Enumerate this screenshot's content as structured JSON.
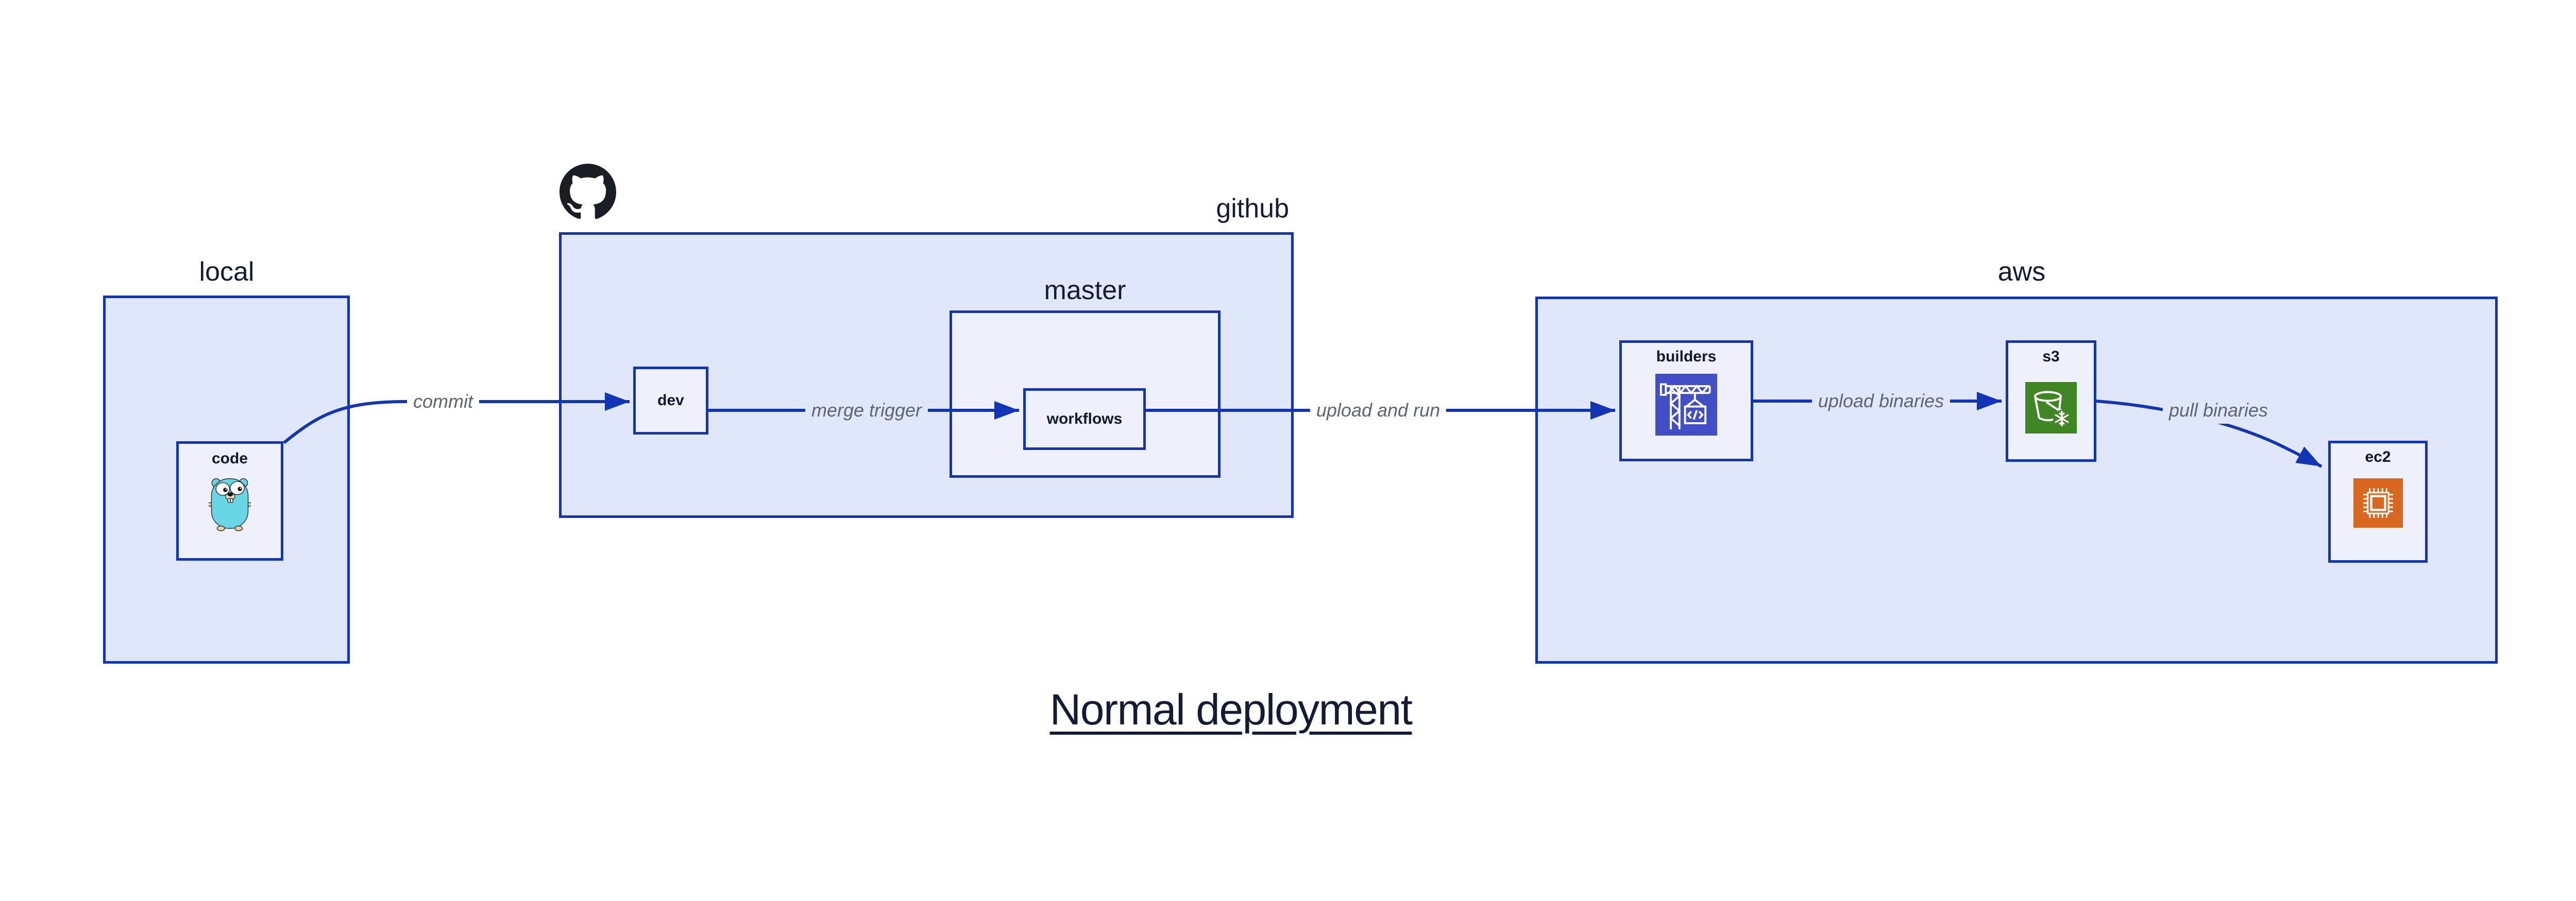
{
  "title": {
    "text": "Normal deployment"
  },
  "containers": {
    "local": {
      "label": "local"
    },
    "github": {
      "label": "github"
    },
    "master": {
      "label": "master"
    },
    "aws": {
      "label": "aws"
    }
  },
  "nodes": {
    "code": {
      "label": "code"
    },
    "dev": {
      "label": "dev"
    },
    "workflows": {
      "label": "workflows"
    },
    "builders": {
      "label": "builders"
    },
    "s3": {
      "label": "s3"
    },
    "ec2": {
      "label": "ec2"
    }
  },
  "edges": {
    "commit": {
      "label": "commit",
      "from": "code",
      "to": "dev"
    },
    "merge_trigger": {
      "label": "merge trigger",
      "from": "dev",
      "to": "workflows"
    },
    "upload_and_run": {
      "label": "upload and run",
      "from": "workflows",
      "to": "builders"
    },
    "upload_binaries": {
      "label": "upload binaries",
      "from": "builders",
      "to": "s3"
    },
    "pull_binaries": {
      "label": "pull binaries",
      "from": "s3",
      "to": "ec2"
    }
  },
  "icons": {
    "github": "github-octocat-icon",
    "code": "go-gopher-icon",
    "builders": "aws-codebuild-crane-icon",
    "s3": "aws-s3-glacier-bucket-icon",
    "ec2": "aws-ec2-chip-icon"
  },
  "colors": {
    "line_blue": "#1135b5",
    "container_fill": "#e1e7fa",
    "node_fill": "#eef1fc",
    "label_navy": "#141b38",
    "edge_label_gray": "#5d6472",
    "codebuild_indigo": "#414ec6",
    "s3_green": "#3f8624",
    "ec2_orange": "#d9671f",
    "gopher_teal": "#68d6e4",
    "github_black": "#1a1e24"
  }
}
